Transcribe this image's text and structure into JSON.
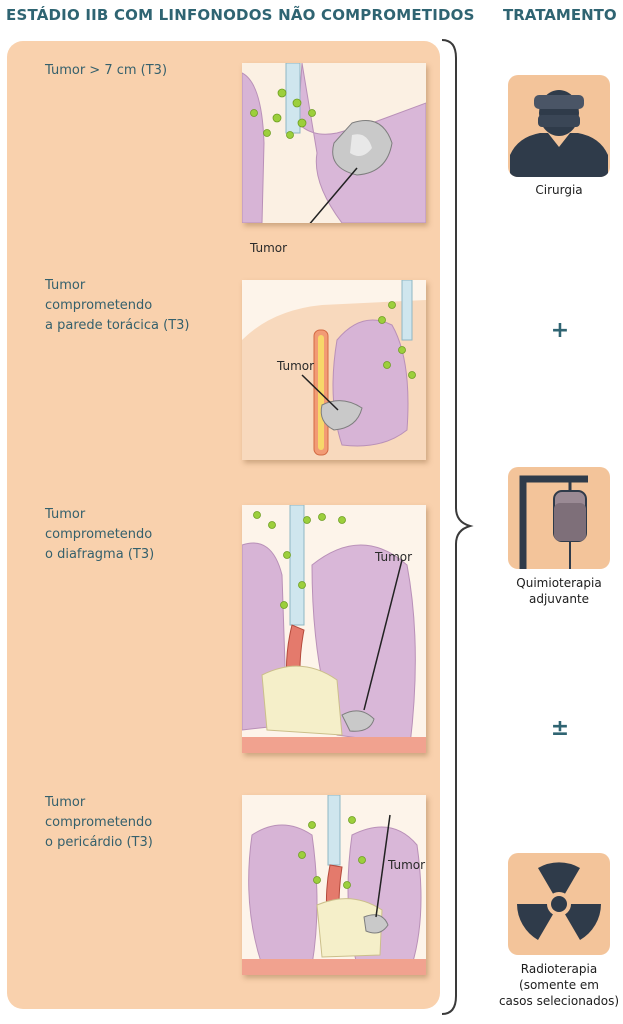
{
  "header": {
    "stage_title": "ESTÁDIO IIB COM LINFONODOS NÃO COMPROMETIDOS",
    "treatment_title": "TRATAMENTO"
  },
  "cases": [
    {
      "label": "Tumor > 7 cm (T3)",
      "illustration_label": "Tumor"
    },
    {
      "label": "Tumor\ncomprometendo\na parede torácica (T3)",
      "illustration_label": "Tumor"
    },
    {
      "label": "Tumor\ncomprometendo\no diafragma (T3)",
      "illustration_label": "Tumor"
    },
    {
      "label": "Tumor\ncomprometendo\no pericárdio (T3)",
      "illustration_label": "Tumor"
    }
  ],
  "treatments": [
    {
      "label": "Cirurgia",
      "icon": "surgeon-icon"
    },
    {
      "label": "Quimioterapia\nadjuvante",
      "icon": "iv-drip-icon"
    },
    {
      "label": "Radioterapia\n(somente em\ncasos selecionados)",
      "icon": "radiation-icon"
    }
  ],
  "connectors": {
    "plus": "+",
    "plus_minus": "±"
  },
  "colors": {
    "panel": "#f9d1ad",
    "accent_text": "#2f6472",
    "lung": "#d7b4d6",
    "lymph_node": "#9ccf3c",
    "tumor": "#c9c9c9",
    "icon_background": "#f3c49a"
  }
}
